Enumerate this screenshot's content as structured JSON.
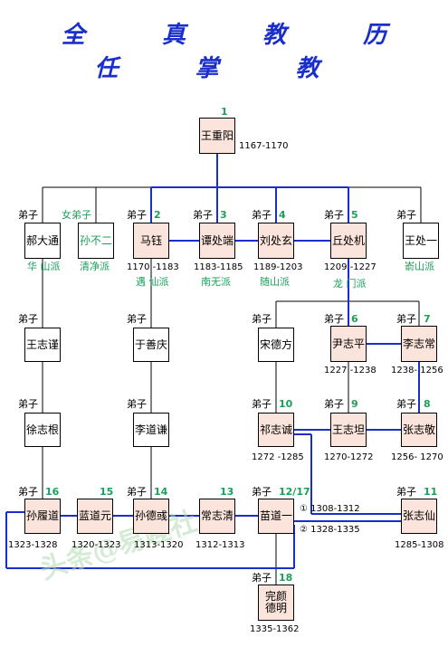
{
  "title": "全 真 教 历 任 掌 教",
  "watermark": "头条@易趣社",
  "colors": {
    "title": "#1a2ecc",
    "main_line": "#1a2ecc",
    "other_line": "#000000",
    "highlight_box": "#fbe4dc",
    "number": "#1aa05a"
  },
  "nodes": {
    "wang_chongyang": {
      "name": "王重阳",
      "number": "1",
      "years": "1167-1170"
    },
    "hao_datong": {
      "name": "郝大通",
      "role": "弟子",
      "school": "华 山派"
    },
    "sun_buer": {
      "name": "孙不二",
      "role": "女弟子",
      "school": "清净派"
    },
    "ma_yu": {
      "name": "马钰",
      "role": "弟子",
      "number": "2",
      "years": "1170 -1183",
      "school": "遇 仙派"
    },
    "tan_chuduan": {
      "name": "谭处端",
      "role": "弟子",
      "number": "3",
      "years": "1183-1185",
      "school": "南无派"
    },
    "liu_chuxuan": {
      "name": "刘处玄",
      "role": "弟子",
      "number": "4",
      "years": "1189-1203",
      "school": "随山派"
    },
    "qiu_chuji": {
      "name": "丘处机",
      "role": "弟子",
      "number": "5",
      "years": "1209 -1227",
      "school": "龙 门派"
    },
    "wang_chuyi": {
      "name": "王处一",
      "role": "弟子",
      "school": "嵛山派"
    },
    "wang_zhijin": {
      "name": "王志谨",
      "role": "弟子"
    },
    "yu_shanqing": {
      "name": "于善庆",
      "role": "弟子"
    },
    "song_defang": {
      "name": "宋德方",
      "role": "弟子"
    },
    "yin_zhiping": {
      "name": "尹志平",
      "role": "弟子",
      "number": "6",
      "years": "1227 -1238"
    },
    "li_zhichang": {
      "name": "李志常",
      "role": "弟子",
      "number": "7",
      "years": "1238- 1256"
    },
    "xu_zhigen": {
      "name": "徐志根",
      "role": "弟子"
    },
    "li_daoqian": {
      "name": "李道谦",
      "role": "弟子"
    },
    "qi_zhicheng": {
      "name": "祁志诚",
      "role": "弟子",
      "number": "10",
      "years": "1272 -1285"
    },
    "wang_zhitan": {
      "name": "王志坦",
      "role": "弟子",
      "number": "9",
      "years": "1270-1272"
    },
    "zhang_zhijing": {
      "name": "张志敬",
      "role": "弟子",
      "number": "8",
      "years": "1256- 1270"
    },
    "sun_lvdao": {
      "name": "孙履道",
      "role": "弟子",
      "number": "16",
      "years": "1323-1328"
    },
    "lan_daoyuan": {
      "name": "蓝道元",
      "number": "15",
      "years": "1320-1323"
    },
    "sun_deyu": {
      "name": "孙德彧",
      "role": "弟子",
      "number": "14",
      "years": "1313-1320"
    },
    "chang_zhiqing": {
      "name": "常志清",
      "number": "13",
      "years": "1312-1313"
    },
    "miao_daoyi": {
      "name": "苗道一",
      "role": "弟子",
      "number": "12/17",
      "term1": "① 1308-1312",
      "term2": "② 1328-1335"
    },
    "zhang_zhixian": {
      "name": "张志仙",
      "role": "弟子",
      "number": "11",
      "years": "1285-1308"
    },
    "wanyan_deming": {
      "name": "完颜\n德明",
      "role": "弟子",
      "number": "18",
      "years": "1335-1362"
    }
  }
}
